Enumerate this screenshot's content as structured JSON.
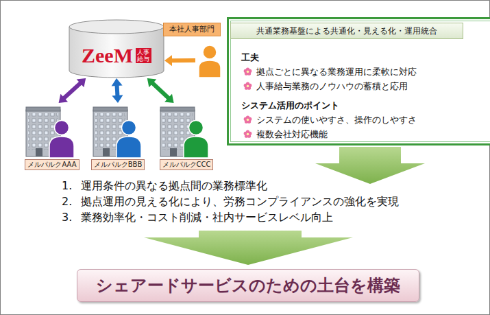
{
  "diagram": {
    "nodes": [
      {
        "text": [
          "ZeeM",
          "人事 給与"
        ]
      },
      {
        "text": [
          "本社人事部門"
        ]
      },
      {
        "text": [
          "メルパルクAAA"
        ]
      },
      {
        "text": [
          "メルパルクBBB"
        ]
      },
      {
        "text": [
          "メルパルクCCC"
        ]
      },
      {
        "text": [
          "工夫",
          "拠点ごとに異なる業務運用に柔軟に対応",
          "人事給与業務のノウハウの蓄積と応用",
          "システム活用のポイント",
          "システムの使いやすさ、操作のしやすさ",
          "複数会社対応機能"
        ]
      },
      {
        "text": [
          "共通業務基盤による共通化・見える化・運用統合"
        ],
        "in": 5
      },
      {
        "text": [
          "シェアードサービスのための土台を構築"
        ]
      }
    ],
    "edges": [
      {
        "from": 1,
        "to": 0,
        "arrow": "to"
      },
      {
        "from": 0,
        "to": 2,
        "arrow": "both"
      },
      {
        "from": 0,
        "to": 3,
        "arrow": "both"
      },
      {
        "from": 0,
        "to": 4,
        "arrow": "both"
      }
    ],
    "labels": [
      "1.",
      "運用条件の異なる拠点間の業務標準化",
      "2.",
      "拠点運用の見える化により、労務コンプライアンスの強化を実現",
      "3.",
      "業務効率化・コスト削減・社内サービスレベル向上"
    ]
  }
}
